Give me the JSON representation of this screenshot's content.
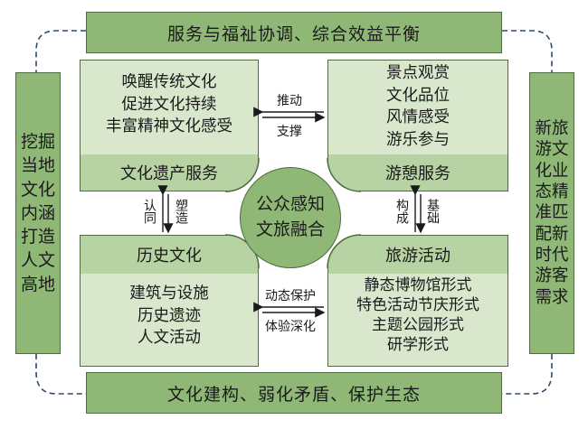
{
  "banners": {
    "top": "服务与福祉协调、综合效益平衡",
    "bottom": "文化建构、弱化矛盾、保护生态"
  },
  "left_column": [
    "挖掘",
    "当地",
    "文化",
    "内涵",
    "打造",
    "人文",
    "高地"
  ],
  "right_column": [
    "新旅",
    "游文",
    "化业",
    "态精",
    "准匹",
    "配新",
    "时代",
    "游客",
    "需求"
  ],
  "center": [
    "公众感知",
    "文旅融合"
  ],
  "quadrants": {
    "top_left": {
      "lines": [
        "唤醒传统文化",
        "促进文化持续",
        "丰富精神文化感受"
      ],
      "band": "文化遗产服务"
    },
    "top_right": {
      "lines": [
        "景点观赏",
        "文化品位",
        "风情感受",
        "游乐参与"
      ],
      "band": "游憩服务"
    },
    "bottom_left": {
      "band": "历史文化",
      "lines": [
        "建筑与设施",
        "历史遗迹",
        "人文活动"
      ]
    },
    "bottom_right": {
      "band": "旅游活动",
      "lines": [
        "静态博物馆形式",
        "特色活动节庆形式",
        "主题公园形式",
        "研学形式"
      ]
    }
  },
  "connectors": {
    "top": {
      "upper": "推动",
      "lower": "支撑"
    },
    "bottom": {
      "upper": "动态保护",
      "lower": "体验深化"
    },
    "left": {
      "a": "认同",
      "b": "塑造"
    },
    "right": {
      "a": "构成",
      "b": "基础"
    }
  },
  "colors": {
    "dark_green": "#8fb877",
    "light_green": "#d9e7cd",
    "mid_green": "#b8d3a3",
    "border": "#4f6b3f",
    "dashed_line": "#2f4a6a"
  }
}
